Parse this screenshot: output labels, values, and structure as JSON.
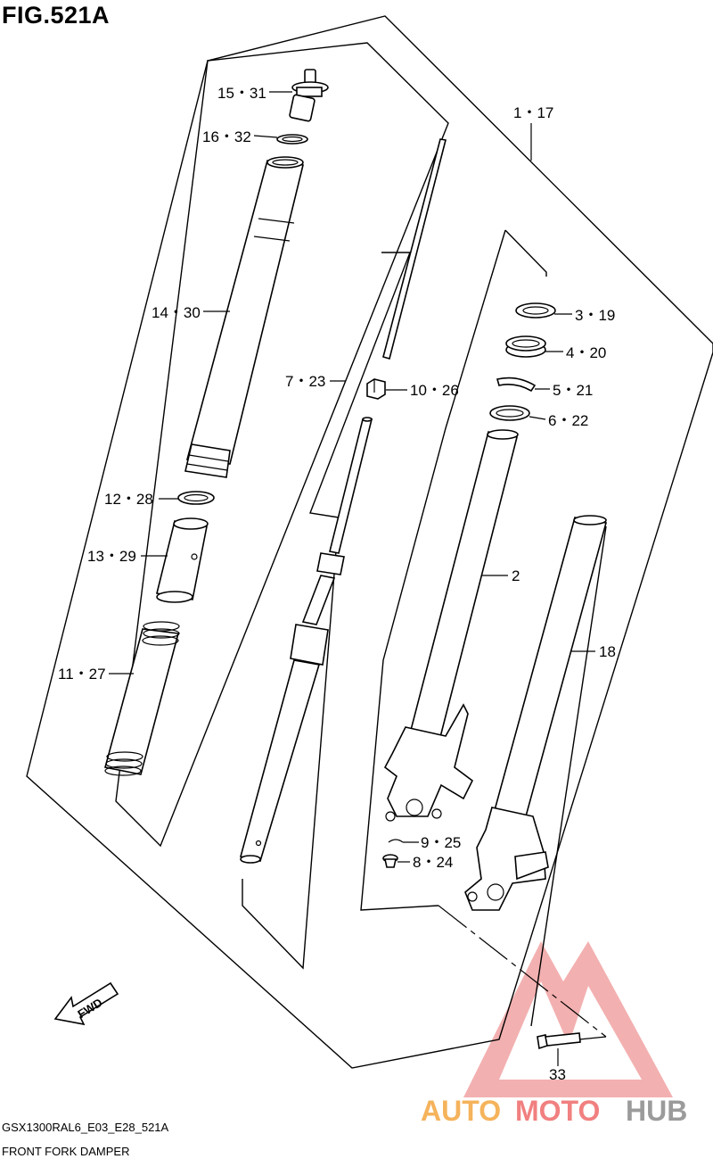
{
  "figure": {
    "title": "FIG.521A"
  },
  "footer": {
    "model_code": "GSX1300RAL6_E03_E28_521A",
    "diagram_name": "FRONT FORK DAMPER"
  },
  "labels": {
    "p15": "15・31",
    "p16": "16・32",
    "p14": "14・30",
    "p12": "12・28",
    "p13": "13・29",
    "p11": "11・27",
    "p7": "7・23",
    "p10": "10・26",
    "p1": "1・17",
    "p3": "3・19",
    "p4": "4・20",
    "p5": "5・21",
    "p6": "6・22",
    "p2": "2",
    "p18": "18",
    "p9": "9・25",
    "p8": "8・24",
    "p33": "33"
  },
  "direction_arrow": {
    "label": "FWD"
  },
  "watermark": {
    "text_auto": "AUTO",
    "text_moto": "MOTO",
    "text_hub": "HUB",
    "color_primary": "#f4a640",
    "color_secondary": "#ef6b6b",
    "color_dark": "#8a8a8a"
  }
}
